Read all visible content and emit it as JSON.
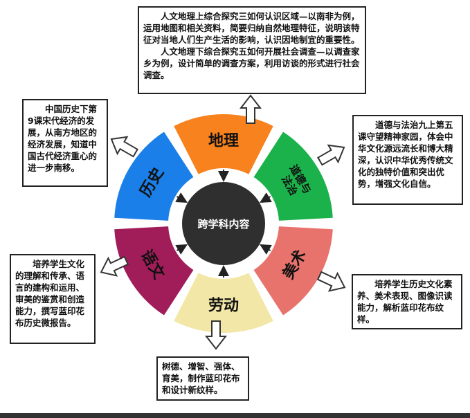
{
  "center_label": "跨学科内容",
  "segments": [
    {
      "key": "geography",
      "label": "地理",
      "color": "#F7821E"
    },
    {
      "key": "ethics",
      "label": "道德与法治",
      "color": "#1BB24B"
    },
    {
      "key": "art",
      "label": "美术",
      "color": "#E8736D"
    },
    {
      "key": "labor",
      "label": "劳动",
      "color": "#F2E7A6"
    },
    {
      "key": "chinese",
      "label": "语文",
      "color": "#A11D5A"
    },
    {
      "key": "history",
      "label": "历史",
      "color": "#1A7FE8"
    }
  ],
  "boxes": {
    "geography": {
      "para1": "人文地理上综合探究三如何认识区域—以南非为例，运用地图和相关资料，简要归纳自然地理特征，说明该特征对当地人们生产生活的影响，认识因地制宜的重要性。",
      "para2": "人文地理下综合探究五如何开展社会调查—以调查家乡为例，设计简单的调查方案，利用访谈的形式进行社会调查。"
    },
    "history": "中国历史下第9课宋代经济的发展，从南方地区的经济发展，知道中国古代经济重心的进一步南移。",
    "ethics": "道德与法治九上第五课守望精神家园，体会中华文化源远流长和博大精深，认识中华优秀传统文化的独特价值和突出优势，增强文化自信。",
    "chinese": "培养学生文化的理解和传承、语言的建构和运用、审美的鉴赏和创造能力，撰写蓝印花布历史微报告。",
    "art": "培养学生历史文化素养、美术表现、图像识读能力，解析蓝印花布纹样。",
    "labor": "树德、增智、强体、育美，制作蓝印花布和设计新纹样。"
  }
}
